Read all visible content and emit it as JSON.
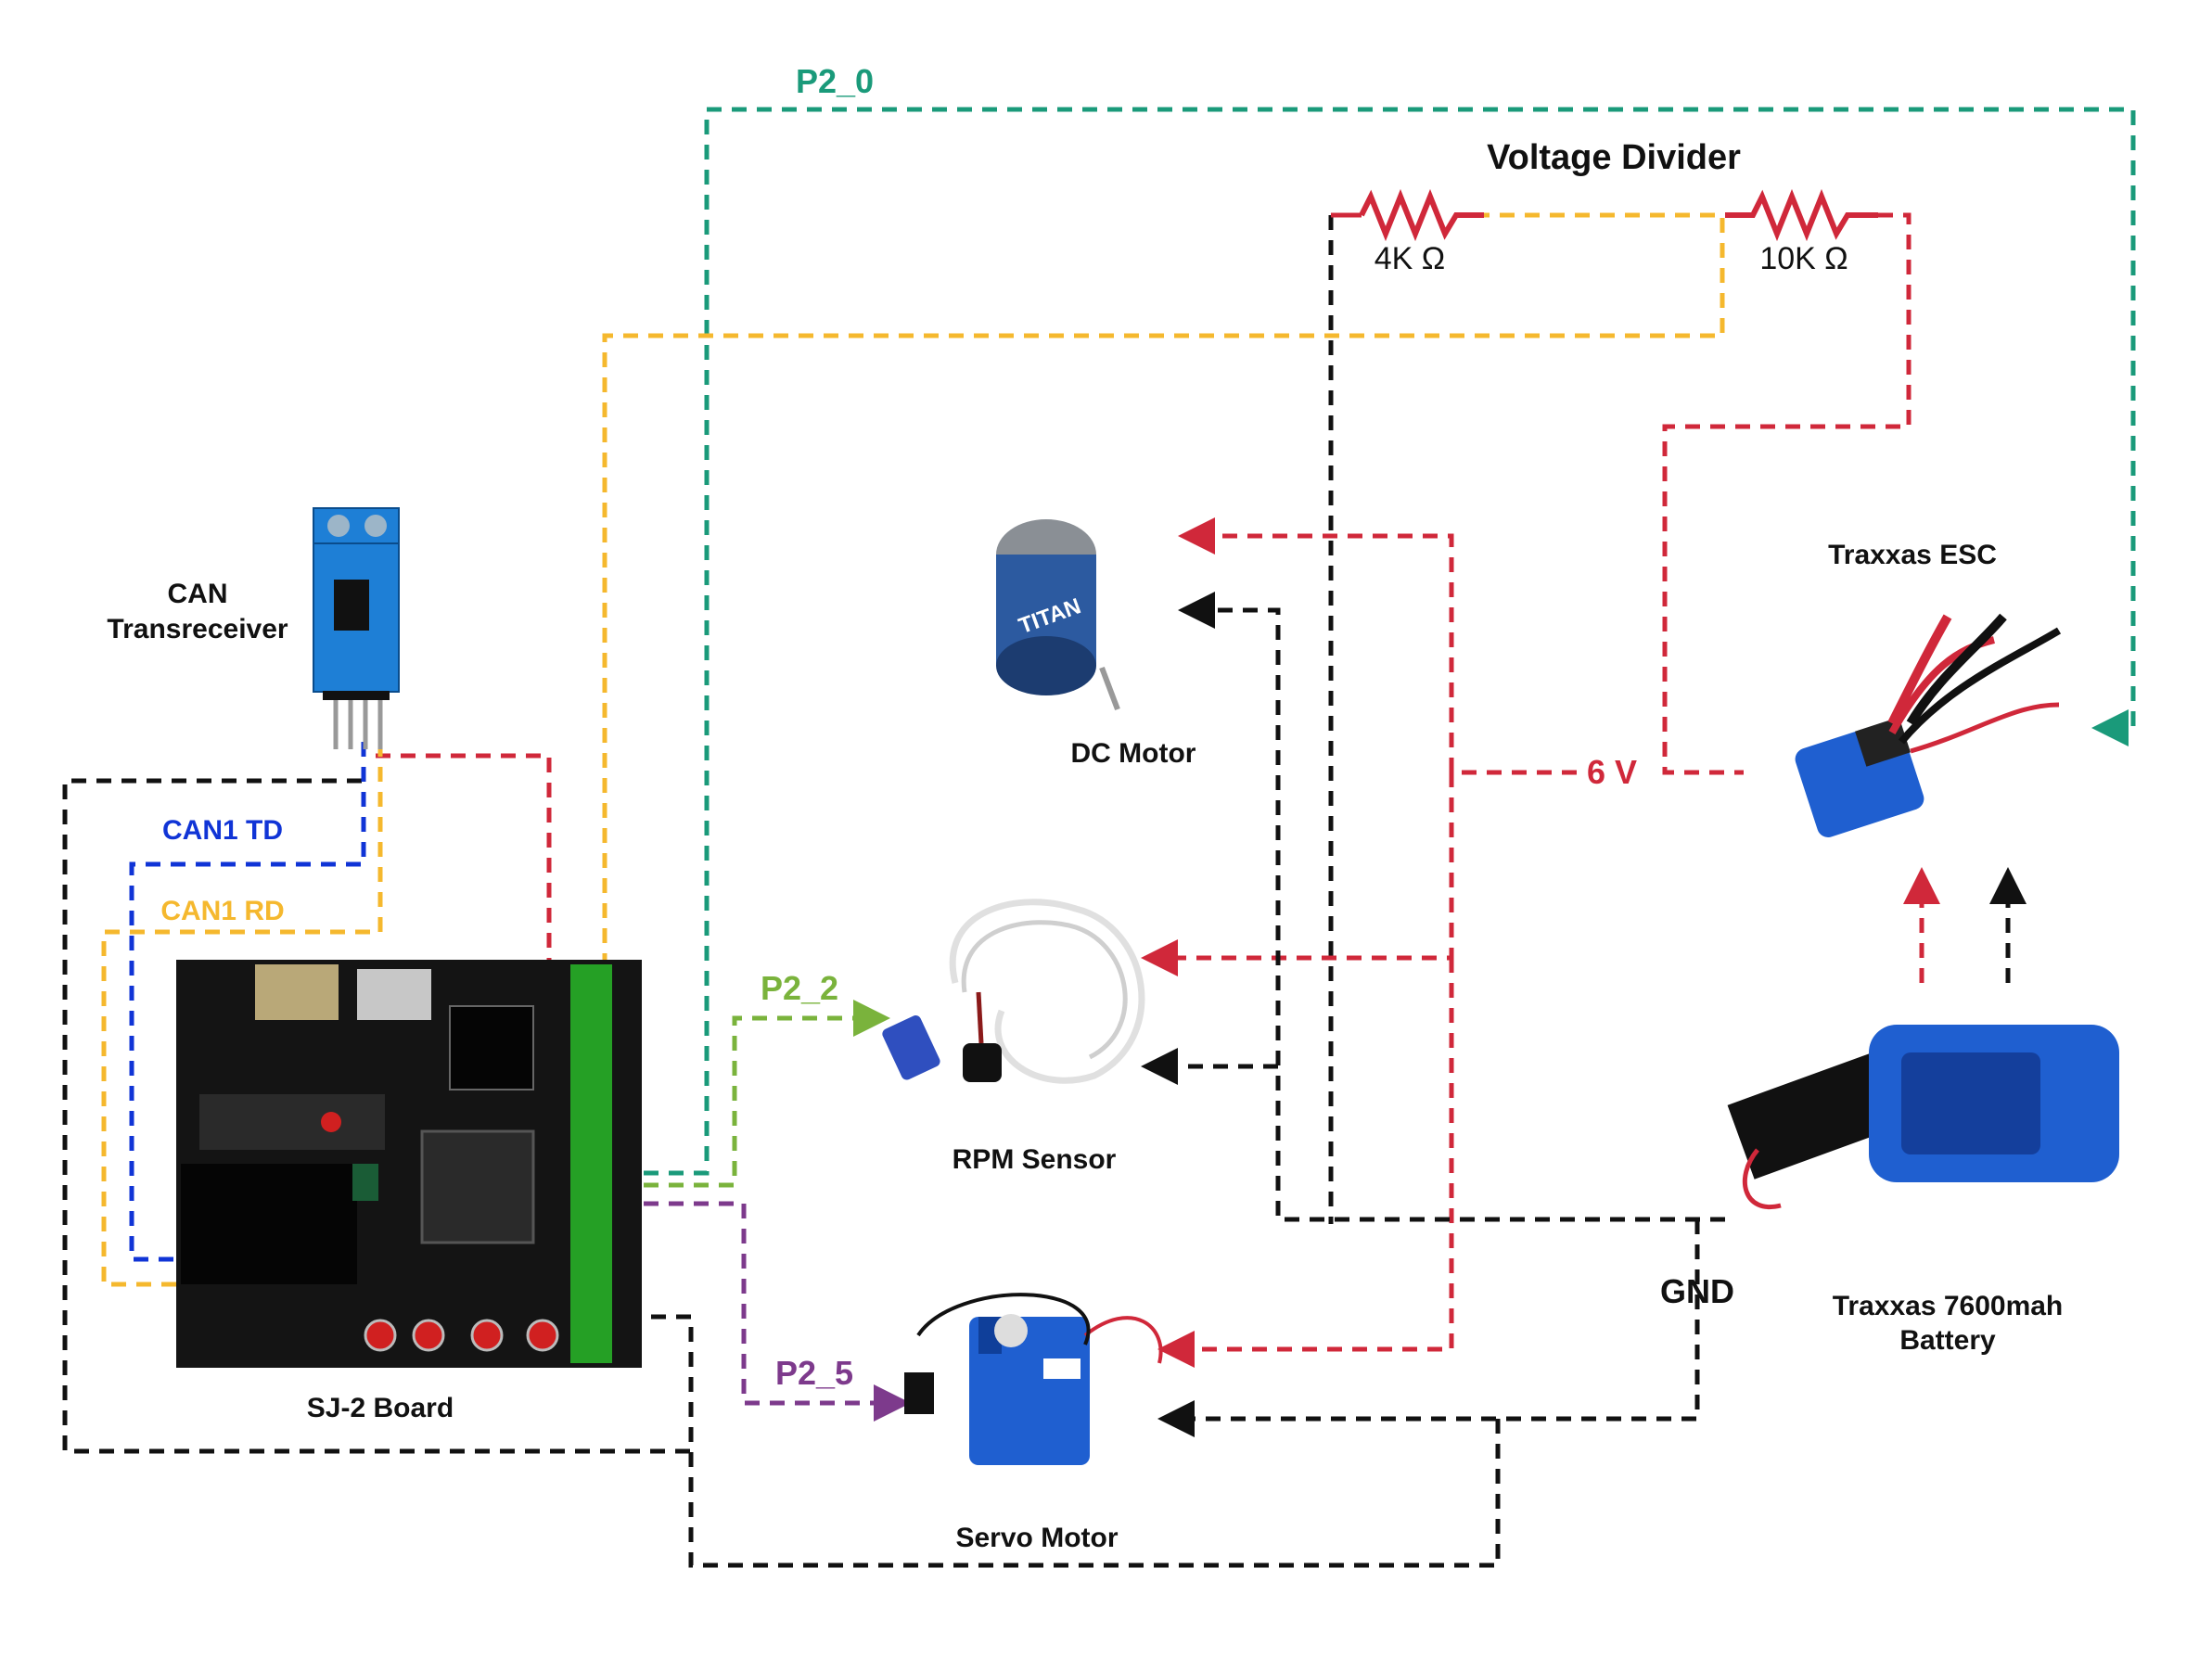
{
  "title": "Voltage Divider",
  "colors": {
    "green": "#1a9a7a",
    "yellow": "#f5b82e",
    "red": "#d0283a",
    "black": "#111111",
    "blue": "#1034d6",
    "lime": "#7ab33c",
    "purple": "#7d3a8c"
  },
  "components": {
    "can": {
      "line1": "CAN",
      "line2": "Transreceiver"
    },
    "sj2": {
      "label": "SJ-2 Board"
    },
    "dc_motor": {
      "label": "DC Motor"
    },
    "rpm_sensor": {
      "label": "RPM Sensor"
    },
    "servo": {
      "label": "Servo Motor"
    },
    "esc": {
      "label": "Traxxas ESC"
    },
    "battery": {
      "line1": "Traxxas 7600mah",
      "line2": "Battery"
    },
    "r1": {
      "label": "4K Ω"
    },
    "r2": {
      "label": "10K Ω"
    }
  },
  "signals": {
    "p2_0": "P2_0",
    "p2_2": "P2_2",
    "p2_5": "P2_5",
    "can1_td": "CAN1 TD",
    "can1_rd": "CAN1 RD",
    "six_v": "6 V",
    "gnd": "GND"
  },
  "icons": [
    "arrow-right-icon",
    "arrow-left-icon",
    "arrow-up-icon",
    "arrow-down-icon"
  ]
}
